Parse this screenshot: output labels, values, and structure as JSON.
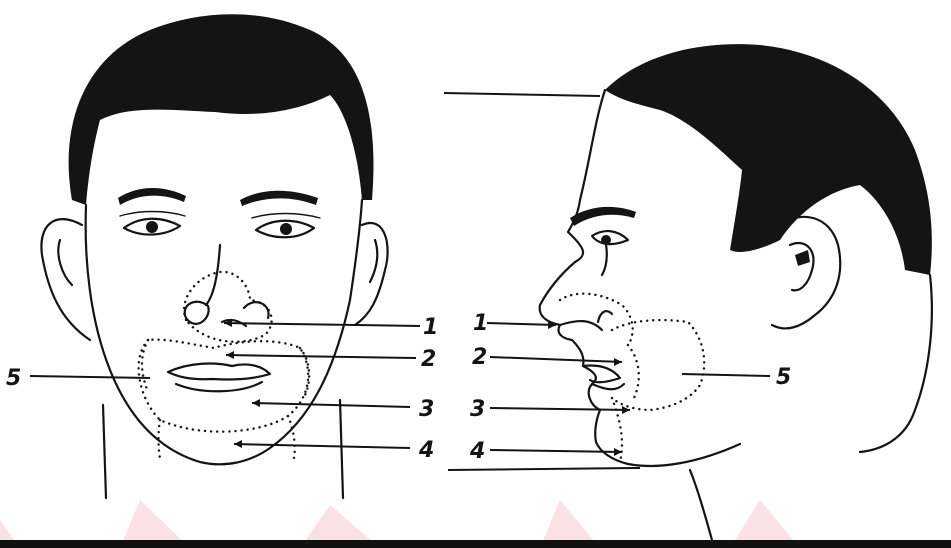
{
  "labels": {
    "front": [
      "1",
      "2",
      "3",
      "4",
      "5"
    ],
    "profile": [
      "1",
      "2",
      "3",
      "4",
      "5"
    ]
  },
  "icons": {
    "front_face": "human-head-front-icon",
    "profile_face": "human-head-profile-icon"
  },
  "colors": {
    "ink": "#141414",
    "background": "#ffffff",
    "watermark": "#f7d9df"
  }
}
